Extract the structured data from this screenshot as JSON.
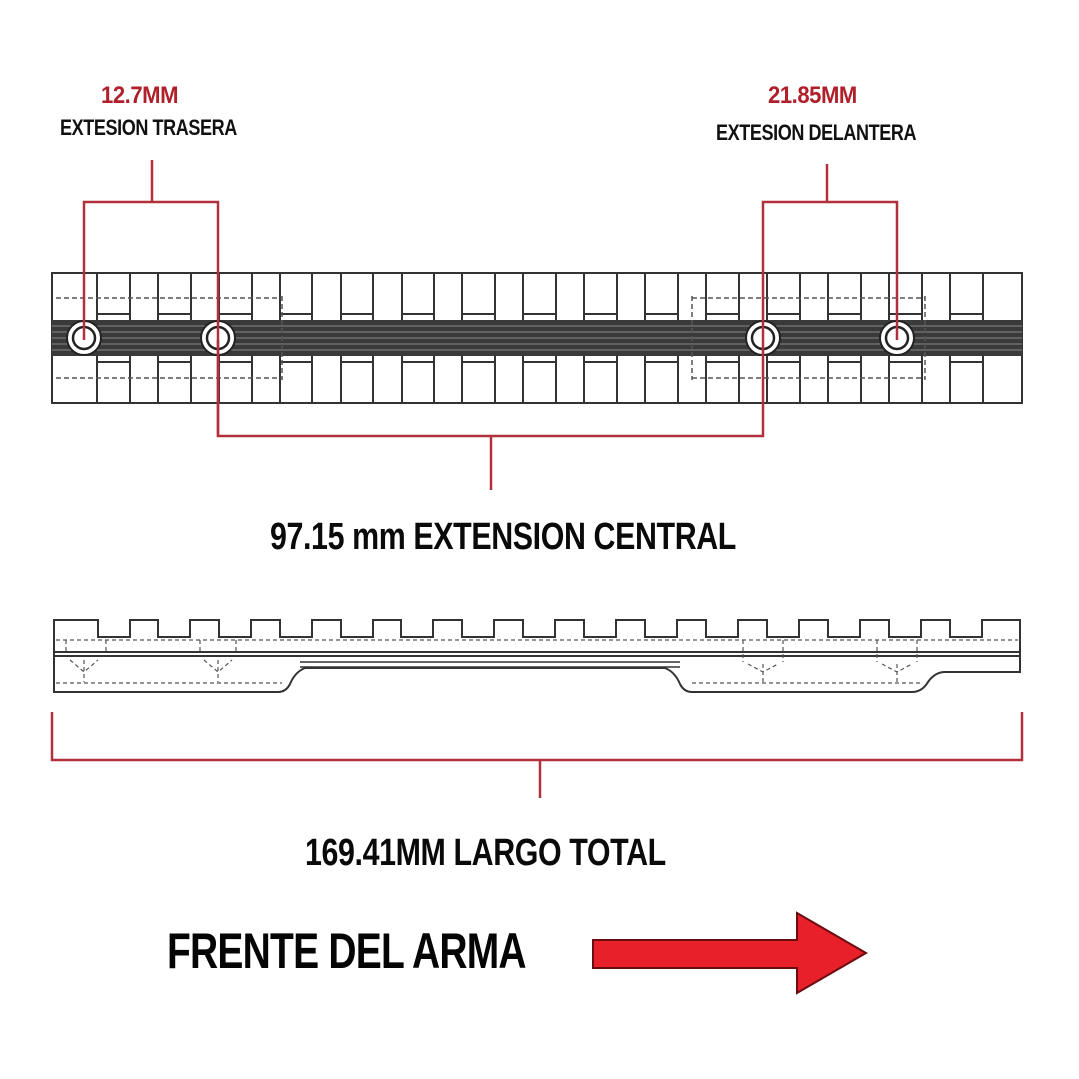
{
  "title": "Rail mount dimensional diagram",
  "callouts": {
    "rear": {
      "value": "12.7MM",
      "label": "EXTESION TRASERA"
    },
    "front": {
      "value": "21.85MM",
      "label": "EXTESION DELANTERA"
    },
    "center": {
      "label": "97.15 mm EXTENSION CENTRAL"
    },
    "total": {
      "label": "169.41MM LARGO TOTAL"
    }
  },
  "direction": {
    "label": "FRENTE DEL ARMA",
    "icon": "right-arrow-icon"
  },
  "colors": {
    "dimension_line": "#b0303c",
    "dimension_text": "#b0202a",
    "arrow_fill": "#e8202a",
    "arrow_stroke": "#6a0c10",
    "rail_stroke": "#333333",
    "rail_band": "#3a3a3a"
  },
  "rail_top_view": {
    "slot_lines_x": [
      97,
      130,
      158,
      191,
      219,
      252,
      280,
      312,
      341,
      373,
      402,
      434,
      462,
      495,
      523,
      556,
      584,
      617,
      645,
      678,
      706,
      739,
      767,
      800,
      828,
      861,
      889,
      922,
      950,
      983
    ],
    "screw_holes_x": [
      84,
      218,
      763,
      897
    ]
  },
  "rail_side_view": {
    "notches_x": [
      [
        98,
        130
      ],
      [
        158,
        190
      ],
      [
        219,
        251
      ],
      [
        280,
        312
      ],
      [
        341,
        373
      ],
      [
        401,
        433
      ],
      [
        462,
        494
      ],
      [
        523,
        555
      ],
      [
        584,
        616
      ],
      [
        645,
        677
      ],
      [
        706,
        738
      ],
      [
        767,
        799
      ],
      [
        828,
        860
      ],
      [
        889,
        921
      ],
      [
        950,
        982
      ]
    ]
  }
}
